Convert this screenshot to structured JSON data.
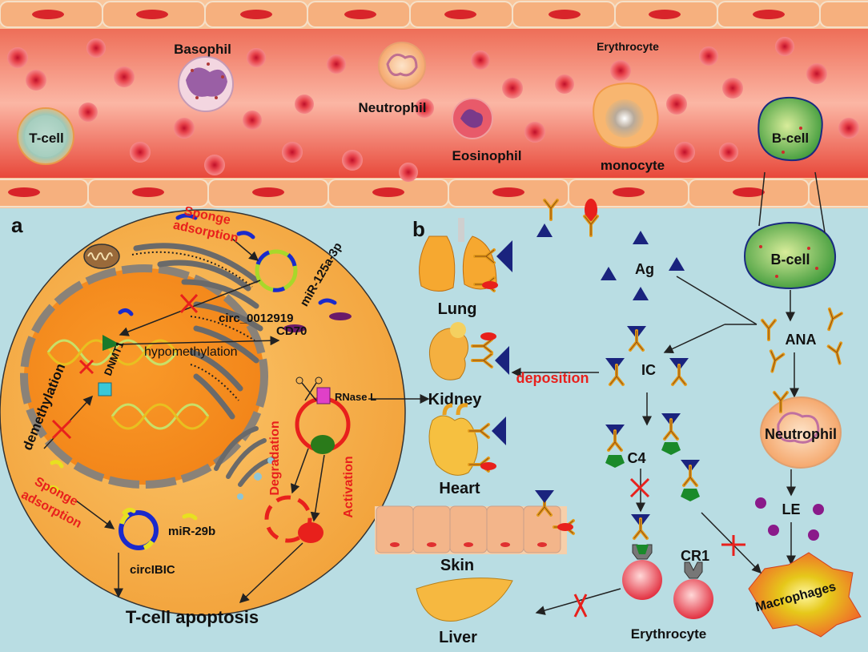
{
  "vessel": {
    "cells": {
      "t_cell": "T-cell",
      "basophil": "Basophil",
      "neutrophil": "Neutrophil",
      "eosinophil": "Eosinophil",
      "erythrocyte": "Erythrocyte",
      "monocyte": "monocyte",
      "b_cell": "B-cell"
    }
  },
  "panel_a": {
    "letter": "a",
    "sponge_top_1": "Sponge",
    "sponge_top_2": "adsorption",
    "mir125": "miR-125a-3p",
    "circ_0012919": "circ_0012919",
    "dnmt1": "DNMT1",
    "cd70": "CD70",
    "hypomethylation": "hypomethylation",
    "demethylation": "demethylation",
    "rnase_l": "RNase L",
    "degradation": "Degradation",
    "activation": "Activation",
    "sponge_bottom_1": "Sponge",
    "sponge_bottom_2": "adsorption",
    "mir29b": "miR-29b",
    "circibic": "circIBIC",
    "apoptosis": "T-cell apoptosis"
  },
  "panel_b": {
    "letter": "b",
    "organs": {
      "lung": "Lung",
      "kidney": "Kidney",
      "heart": "Heart",
      "skin": "Skin",
      "liver": "Liver"
    },
    "ag": "Ag",
    "b_cell": "B-cell",
    "ana": "ANA",
    "ic": "IC",
    "deposition": "deposition",
    "neutrophil": "Neutrophil",
    "c4": "C4",
    "le": "LE",
    "cr1": "CR1",
    "erythrocyte": "Erythrocyte",
    "macrophages": "Macrophages"
  },
  "colors": {
    "vessel_red": "#e84a3a",
    "background_blue": "#b9dde3",
    "cell_orange": "#f8b14a",
    "nucleus_orange": "#f48b1e",
    "accent_red": "#e8201c",
    "antigen_navy": "#1a237e"
  }
}
